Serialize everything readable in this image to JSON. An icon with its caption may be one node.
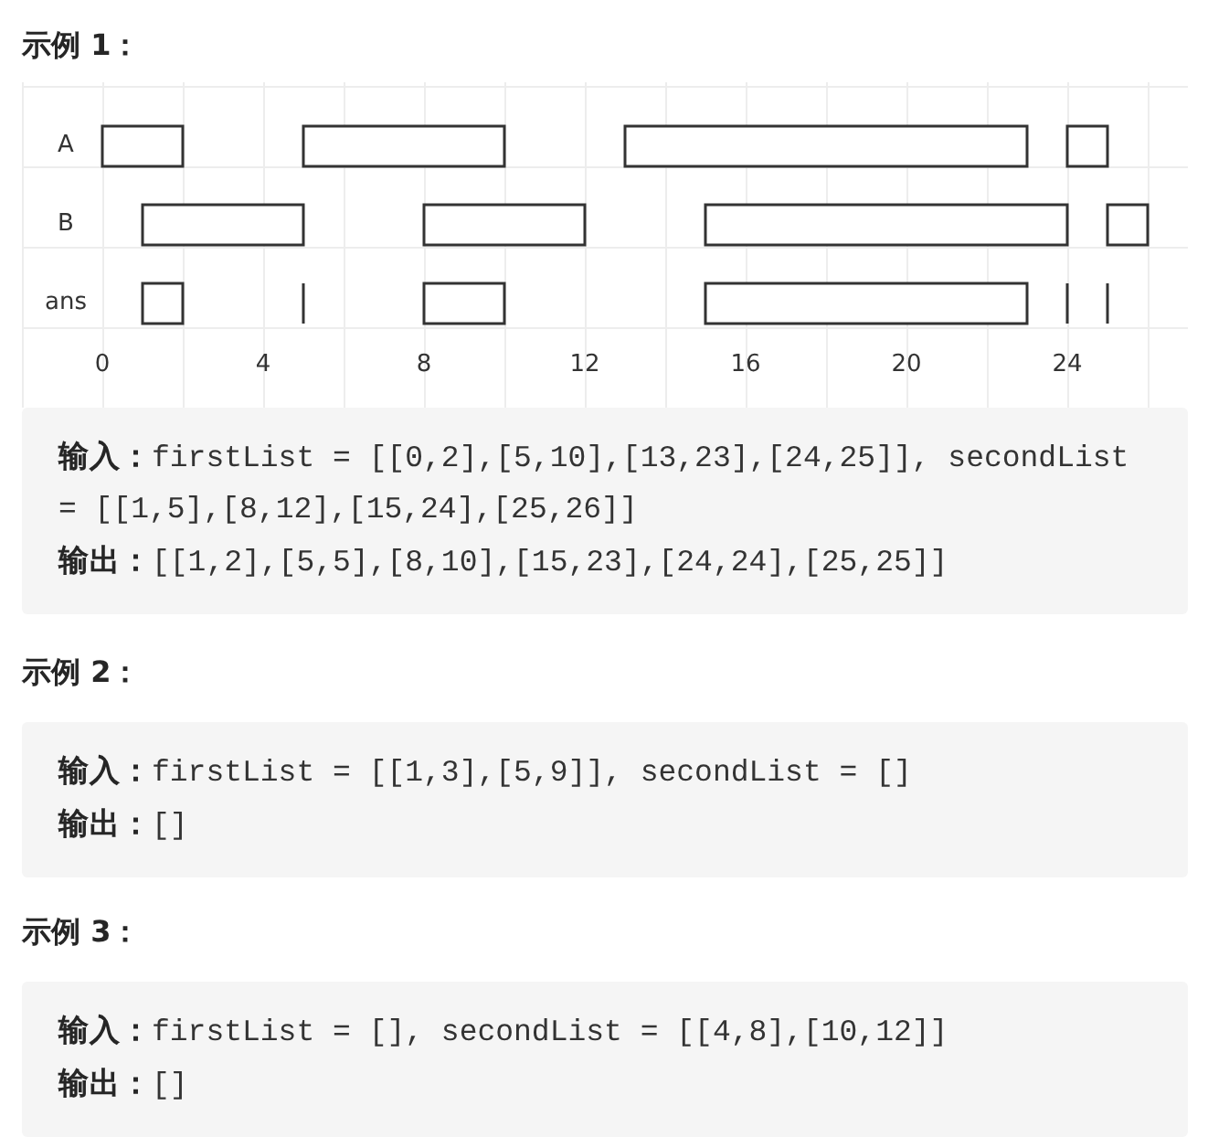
{
  "diagram": {
    "nodes": [
      {
        "text": [
          "**输入：**firstList = [[0,2],[5,10],[13,23],[24,25]], secondList = [[1,5],[8,12],[15,24],[25,26]]",
          "**输出：**[[1,2],[5,5],[8,10],[15,23],[24,24],[25,25]]"
        ]
      },
      {
        "text": [
          "**输入：**firstList = [[1,3],[5,9]], secondList = []",
          "**输出：**[]"
        ]
      },
      {
        "text": [
          "**输入：**firstList = [], secondList = [[4,8],[10,12]]",
          "**输出：**[]"
        ]
      }
    ],
    "labels": [
      "示例 1：",
      "A",
      "B",
      "ans",
      "0",
      "4",
      "8",
      "12",
      "16",
      "20",
      "24",
      "示例 2：",
      "示例 3："
    ]
  }
}
